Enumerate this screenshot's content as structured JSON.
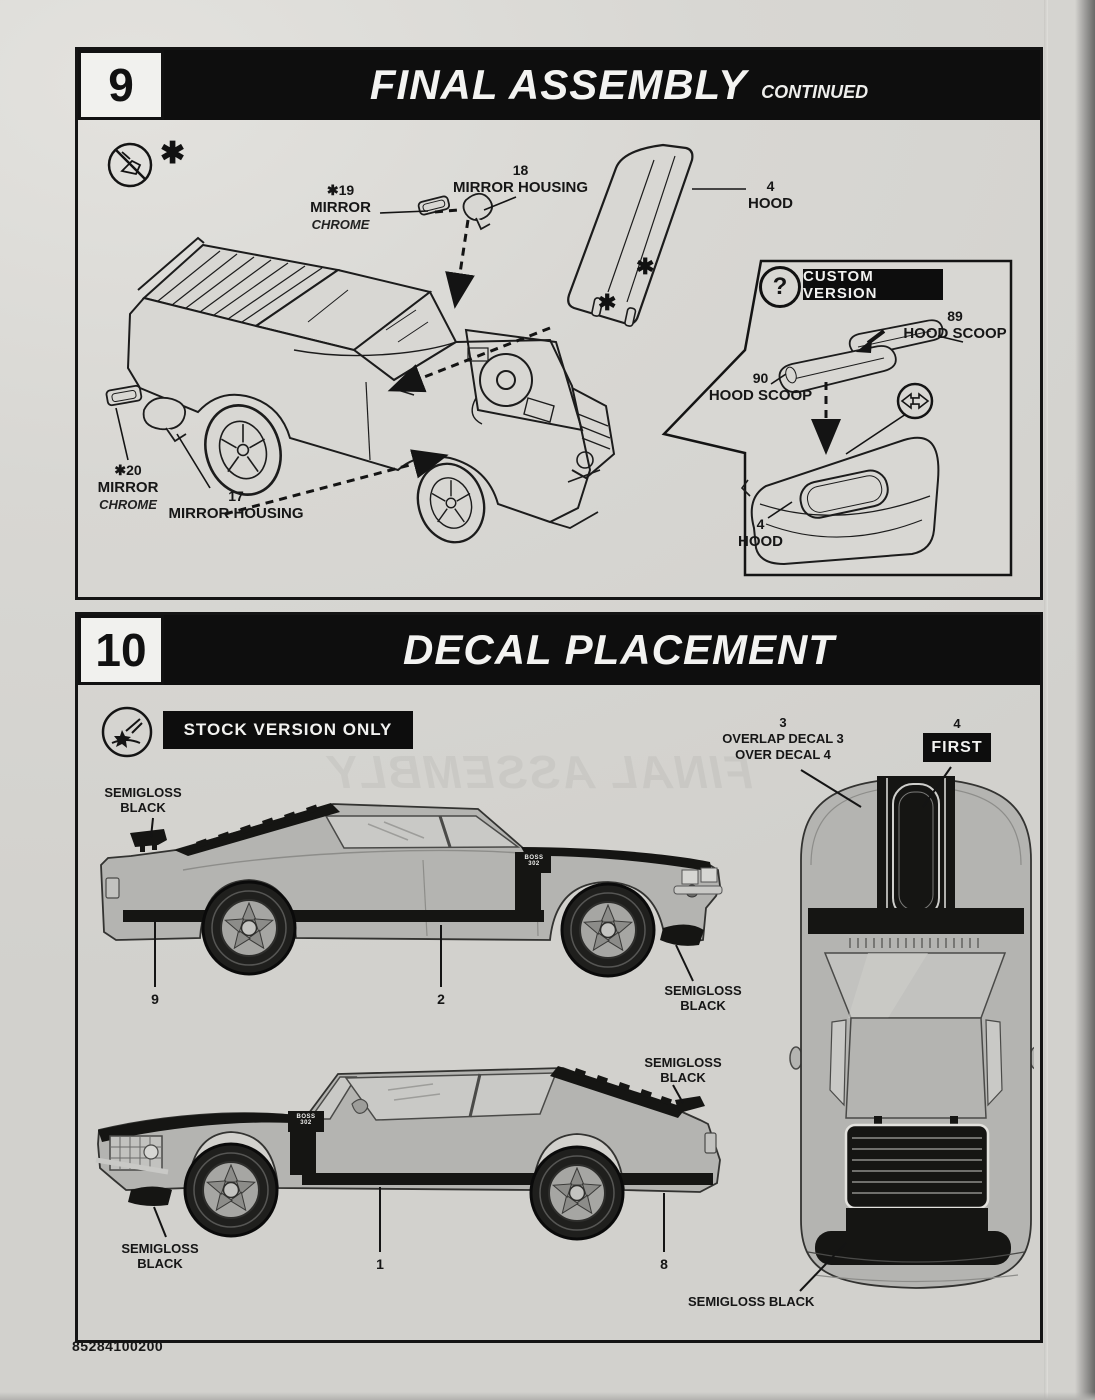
{
  "doc": {
    "footer_code": "85284100200",
    "asterisk": "✱"
  },
  "step9": {
    "number": "9",
    "title": "FINAL ASSEMBLY",
    "subtitle": "CONTINUED",
    "mirror19_num": "✱19",
    "mirror19_name": "MIRROR",
    "mirror19_finish": "CHROME",
    "housing18_num": "18",
    "housing18_name": "MIRROR HOUSING",
    "hood_num": "4",
    "hood_name": "HOOD",
    "mirror20_num": "✱20",
    "mirror20_name": "MIRROR",
    "mirror20_finish": "CHROME",
    "housing17_num": "17",
    "housing17_name": "MIRROR HOUSING",
    "custom_banner": "CUSTOM VERSION",
    "question_mark": "?",
    "scoop89_num": "89",
    "scoop89_name": "HOOD SCOOP",
    "scoop90_num": "90",
    "scoop90_name": "HOOD SCOOP",
    "custom_hood_num": "4",
    "custom_hood_name": "HOOD"
  },
  "step10": {
    "number": "10",
    "title": "DECAL PLACEMENT",
    "stock_banner": "STOCK VERSION ONLY",
    "decal3_num": "3",
    "decal3_line1": "OVERLAP DECAL 3",
    "decal3_line2": "OVER DECAL 4",
    "decal4_num": "4",
    "decal4_label": "FIRST",
    "semigloss_line1": "SEMIGLOSS",
    "semigloss_line2": "BLACK",
    "semigloss_single": "SEMIGLOSS BLACK",
    "decal9": "9",
    "decal2": "2",
    "decal1": "1",
    "decal8": "8",
    "boss_line1": "BOSS",
    "boss_line2": "302"
  }
}
